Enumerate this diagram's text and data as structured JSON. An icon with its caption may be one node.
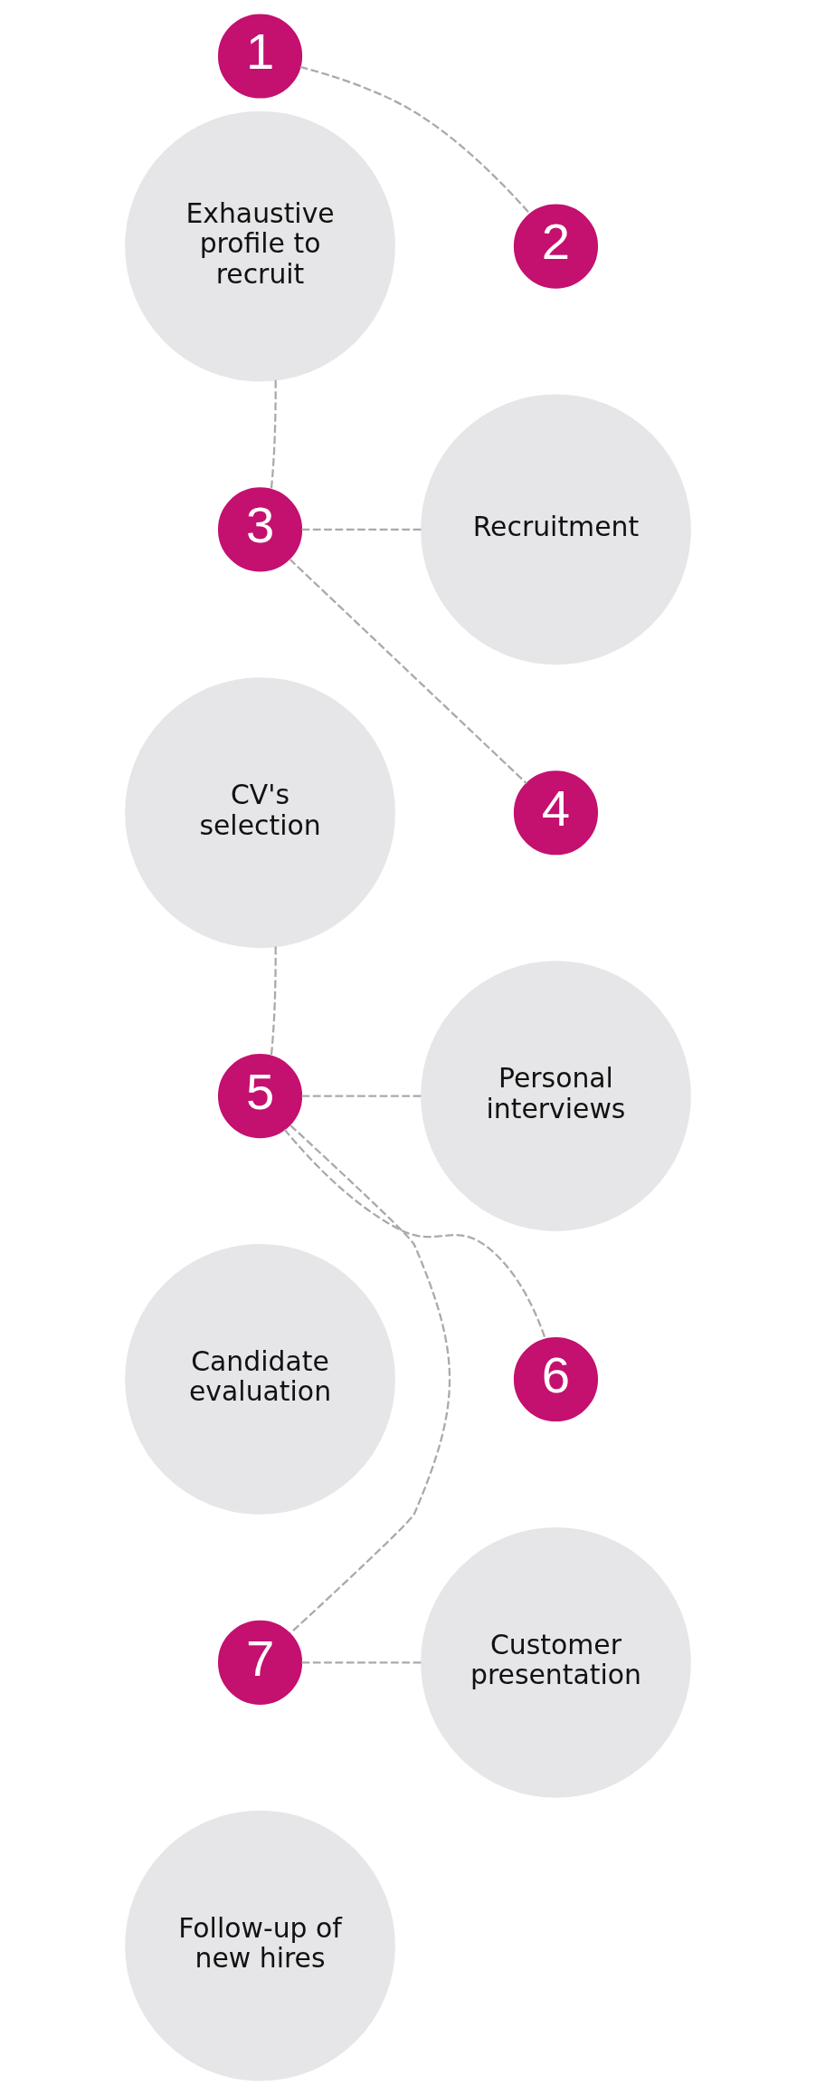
{
  "diagram": {
    "nodes": [
      {
        "text": [
          "1"
        ]
      },
      {
        "text": [
          "Exhaustive profile to recruit"
        ]
      },
      {
        "text": [
          "2"
        ]
      },
      {
        "text": [
          "Recruitment"
        ]
      },
      {
        "text": [
          "3"
        ]
      },
      {
        "text": [
          "CV's selection"
        ]
      },
      {
        "text": [
          "4"
        ]
      },
      {
        "text": [
          "Personal interviews"
        ]
      },
      {
        "text": [
          "5"
        ]
      },
      {
        "text": [
          "Candidate evaluation"
        ]
      },
      {
        "text": [
          "6"
        ]
      },
      {
        "text": [
          "Customer presentation"
        ]
      },
      {
        "text": [
          "7"
        ]
      },
      {
        "text": [
          "Follow-up of new hires"
        ]
      }
    ],
    "edges": [
      {
        "from": 0,
        "to": 2,
        "arrow": "none",
        "style": "dashed"
      },
      {
        "from": 1,
        "to": 4,
        "arrow": "none",
        "style": "dashed"
      },
      {
        "from": 4,
        "to": 3,
        "arrow": "none",
        "style": "dashed"
      },
      {
        "from": 4,
        "to": 6,
        "arrow": "none",
        "style": "dashed"
      },
      {
        "from": 5,
        "to": 8,
        "arrow": "none",
        "style": "dashed"
      },
      {
        "from": 8,
        "to": 7,
        "arrow": "none",
        "style": "dashed"
      },
      {
        "from": 8,
        "to": 10,
        "arrow": "none",
        "style": "dashed"
      },
      {
        "from": 8,
        "to": 12,
        "arrow": "none",
        "style": "dashed"
      },
      {
        "from": 12,
        "to": 11,
        "arrow": "none",
        "style": "dashed"
      }
    ]
  }
}
